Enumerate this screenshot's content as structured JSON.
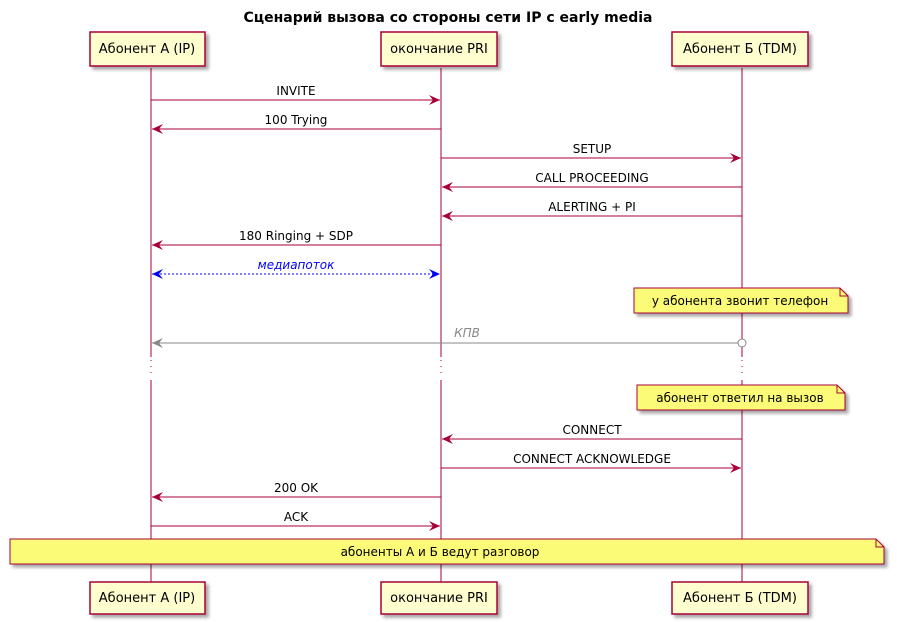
{
  "title": "Сценарий вызова со стороны сети IP с early media",
  "participants": [
    {
      "id": "A",
      "label": "Абонент А (IP)"
    },
    {
      "id": "PRI",
      "label": "окончание PRI"
    },
    {
      "id": "B",
      "label": "Абонент Б (TDM)"
    }
  ],
  "colors": {
    "arrow": "#A80036",
    "media": "#0000FF",
    "kpv": "#888888",
    "participant_fill": "#FEFECE",
    "note_fill": "#FBFB77"
  },
  "messages": [
    {
      "label": "INVITE",
      "from": "A",
      "to": "PRI"
    },
    {
      "label": "100 Trying",
      "from": "PRI",
      "to": "A"
    },
    {
      "label": "SETUP",
      "from": "PRI",
      "to": "B"
    },
    {
      "label": "CALL PROCEEDING",
      "from": "B",
      "to": "PRI"
    },
    {
      "label": "ALERTING + PI",
      "from": "B",
      "to": "PRI"
    },
    {
      "label": "180 Ringing + SDP",
      "from": "PRI",
      "to": "A"
    },
    {
      "label": "медиапоток",
      "from": "A",
      "to": "PRI",
      "style": "media-bidirectional"
    },
    {
      "label": "КПВ",
      "from": "B",
      "to": "A",
      "style": "kpv"
    },
    {
      "label": "CONNECT",
      "from": "B",
      "to": "PRI"
    },
    {
      "label": "CONNECT ACKNOWLEDGE",
      "from": "PRI",
      "to": "B"
    },
    {
      "label": "200 OK",
      "from": "PRI",
      "to": "A"
    },
    {
      "label": "ACK",
      "from": "A",
      "to": "PRI"
    }
  ],
  "notes": [
    {
      "text": "у абонента звонит телефон",
      "over": "B"
    },
    {
      "text": "абонент ответил на вызов",
      "over": "B"
    },
    {
      "text": "абоненты А и Б ведут разговор",
      "over": "all"
    }
  ]
}
